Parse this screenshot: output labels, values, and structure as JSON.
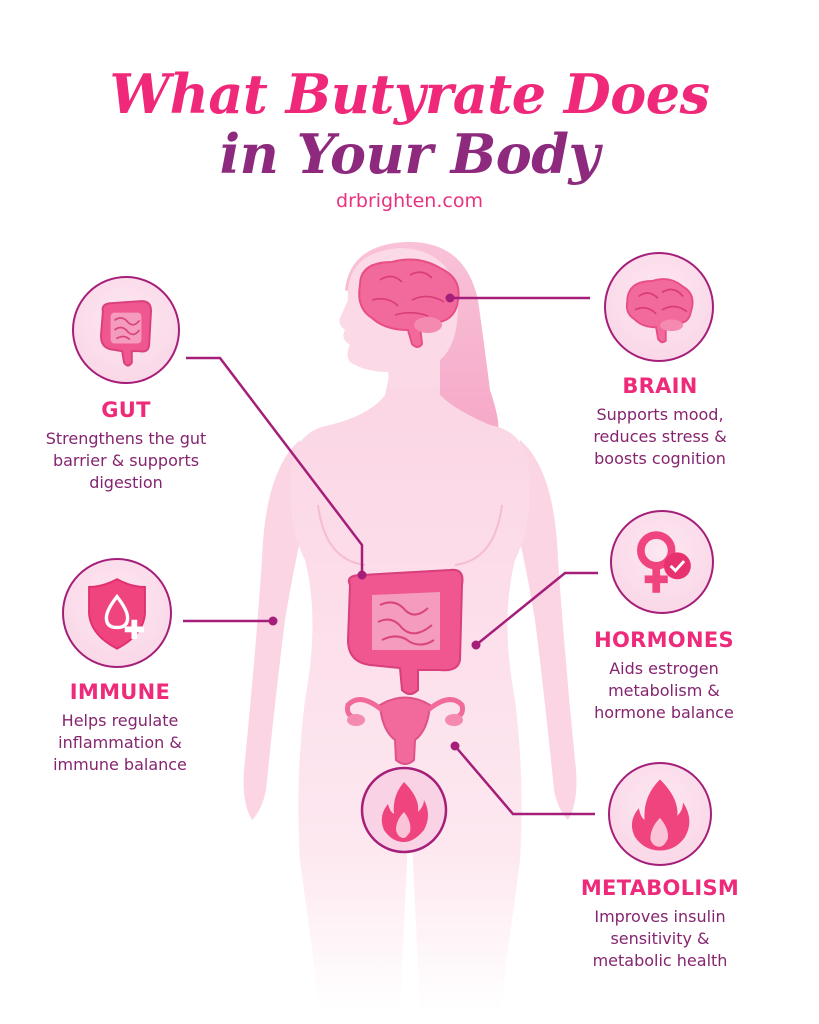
{
  "title": {
    "line1": "What Butyrate Does",
    "line2": "in Your Body",
    "website": "drbrighten.com"
  },
  "colors": {
    "title_pink": "#f0287a",
    "title_purple": "#8e2a7e",
    "heading_pink": "#ee2a7b",
    "description_purple": "#85246f",
    "connector": "#a51e79",
    "body_fill": "#fbd5e4",
    "organ_pink": "#f0568f"
  },
  "benefits": [
    {
      "id": "gut",
      "heading": "GUT",
      "description": [
        "Strengthens the gut",
        "barrier & supports",
        "digestion"
      ],
      "icon": "intestine-icon"
    },
    {
      "id": "brain",
      "heading": "BRAIN",
      "description": [
        "Supports mood,",
        "reduces stress &",
        "boosts cognition"
      ],
      "icon": "brain-icon"
    },
    {
      "id": "immune",
      "heading": "IMMUNE",
      "description": [
        "Helps regulate",
        "inflammation &",
        "immune balance"
      ],
      "icon": "shield-drop-icon"
    },
    {
      "id": "hormones",
      "heading": "HORMONES",
      "description": [
        "Aids estrogen",
        "metabolism &",
        "hormone balance"
      ],
      "icon": "female-symbol-check-icon"
    },
    {
      "id": "metabolism",
      "heading": "METABOLISM",
      "description": [
        "Improves insulin",
        "sensitivity &",
        "metabolic health"
      ],
      "icon": "flame-icon"
    }
  ],
  "body_organs": [
    "brain",
    "intestines",
    "uterus",
    "metabolism-flame"
  ]
}
